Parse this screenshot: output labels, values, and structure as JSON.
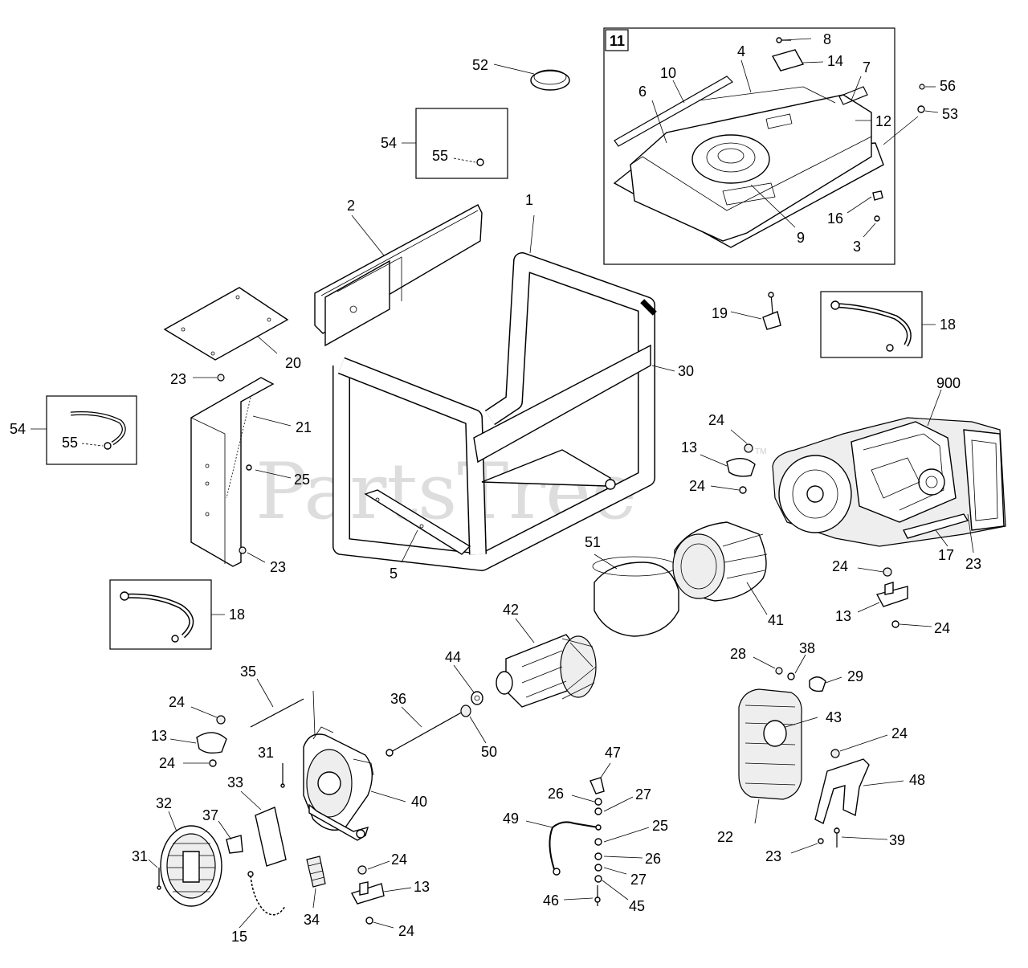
{
  "watermark": {
    "text": "PartsTree",
    "mark": "TM"
  },
  "inset_box_number": "11",
  "labels": {
    "l1": "1",
    "l2": "2",
    "l3": "3",
    "l4": "4",
    "l5": "5",
    "l6": "6",
    "l7": "7",
    "l8": "8",
    "l9": "9",
    "l10": "10",
    "l12": "12",
    "l13a": "13",
    "l13b": "13",
    "l13c": "13",
    "l13d": "13",
    "l14": "14",
    "l15": "15",
    "l16": "16",
    "l17": "17",
    "l18a": "18",
    "l18b": "18",
    "l19": "19",
    "l20": "20",
    "l21": "21",
    "l22": "22",
    "l23a": "23",
    "l23b": "23",
    "l23c": "23",
    "l23d": "23",
    "l24a": "24",
    "l24b": "24",
    "l24c": "24",
    "l24d": "24",
    "l24e": "24",
    "l24f": "24",
    "l24g": "24",
    "l24h": "24",
    "l24i": "24",
    "l25a": "25",
    "l25b": "25",
    "l26a": "26",
    "l26b": "26",
    "l27a": "27",
    "l27b": "27",
    "l28": "28",
    "l29": "29",
    "l30": "30",
    "l31a": "31",
    "l31b": "31",
    "l32": "32",
    "l33": "33",
    "l34": "34",
    "l35": "35",
    "l36": "36",
    "l37": "37",
    "l38": "38",
    "l39": "39",
    "l40": "40",
    "l41": "41",
    "l42": "42",
    "l43": "43",
    "l44": "44",
    "l45": "45",
    "l46": "46",
    "l47": "47",
    "l48": "48",
    "l49": "49",
    "l50": "50",
    "l51": "51",
    "l52": "52",
    "l53": "53",
    "l54a": "54",
    "l54b": "54",
    "l55a": "55",
    "l55b": "55",
    "l56": "56",
    "l900": "900"
  }
}
